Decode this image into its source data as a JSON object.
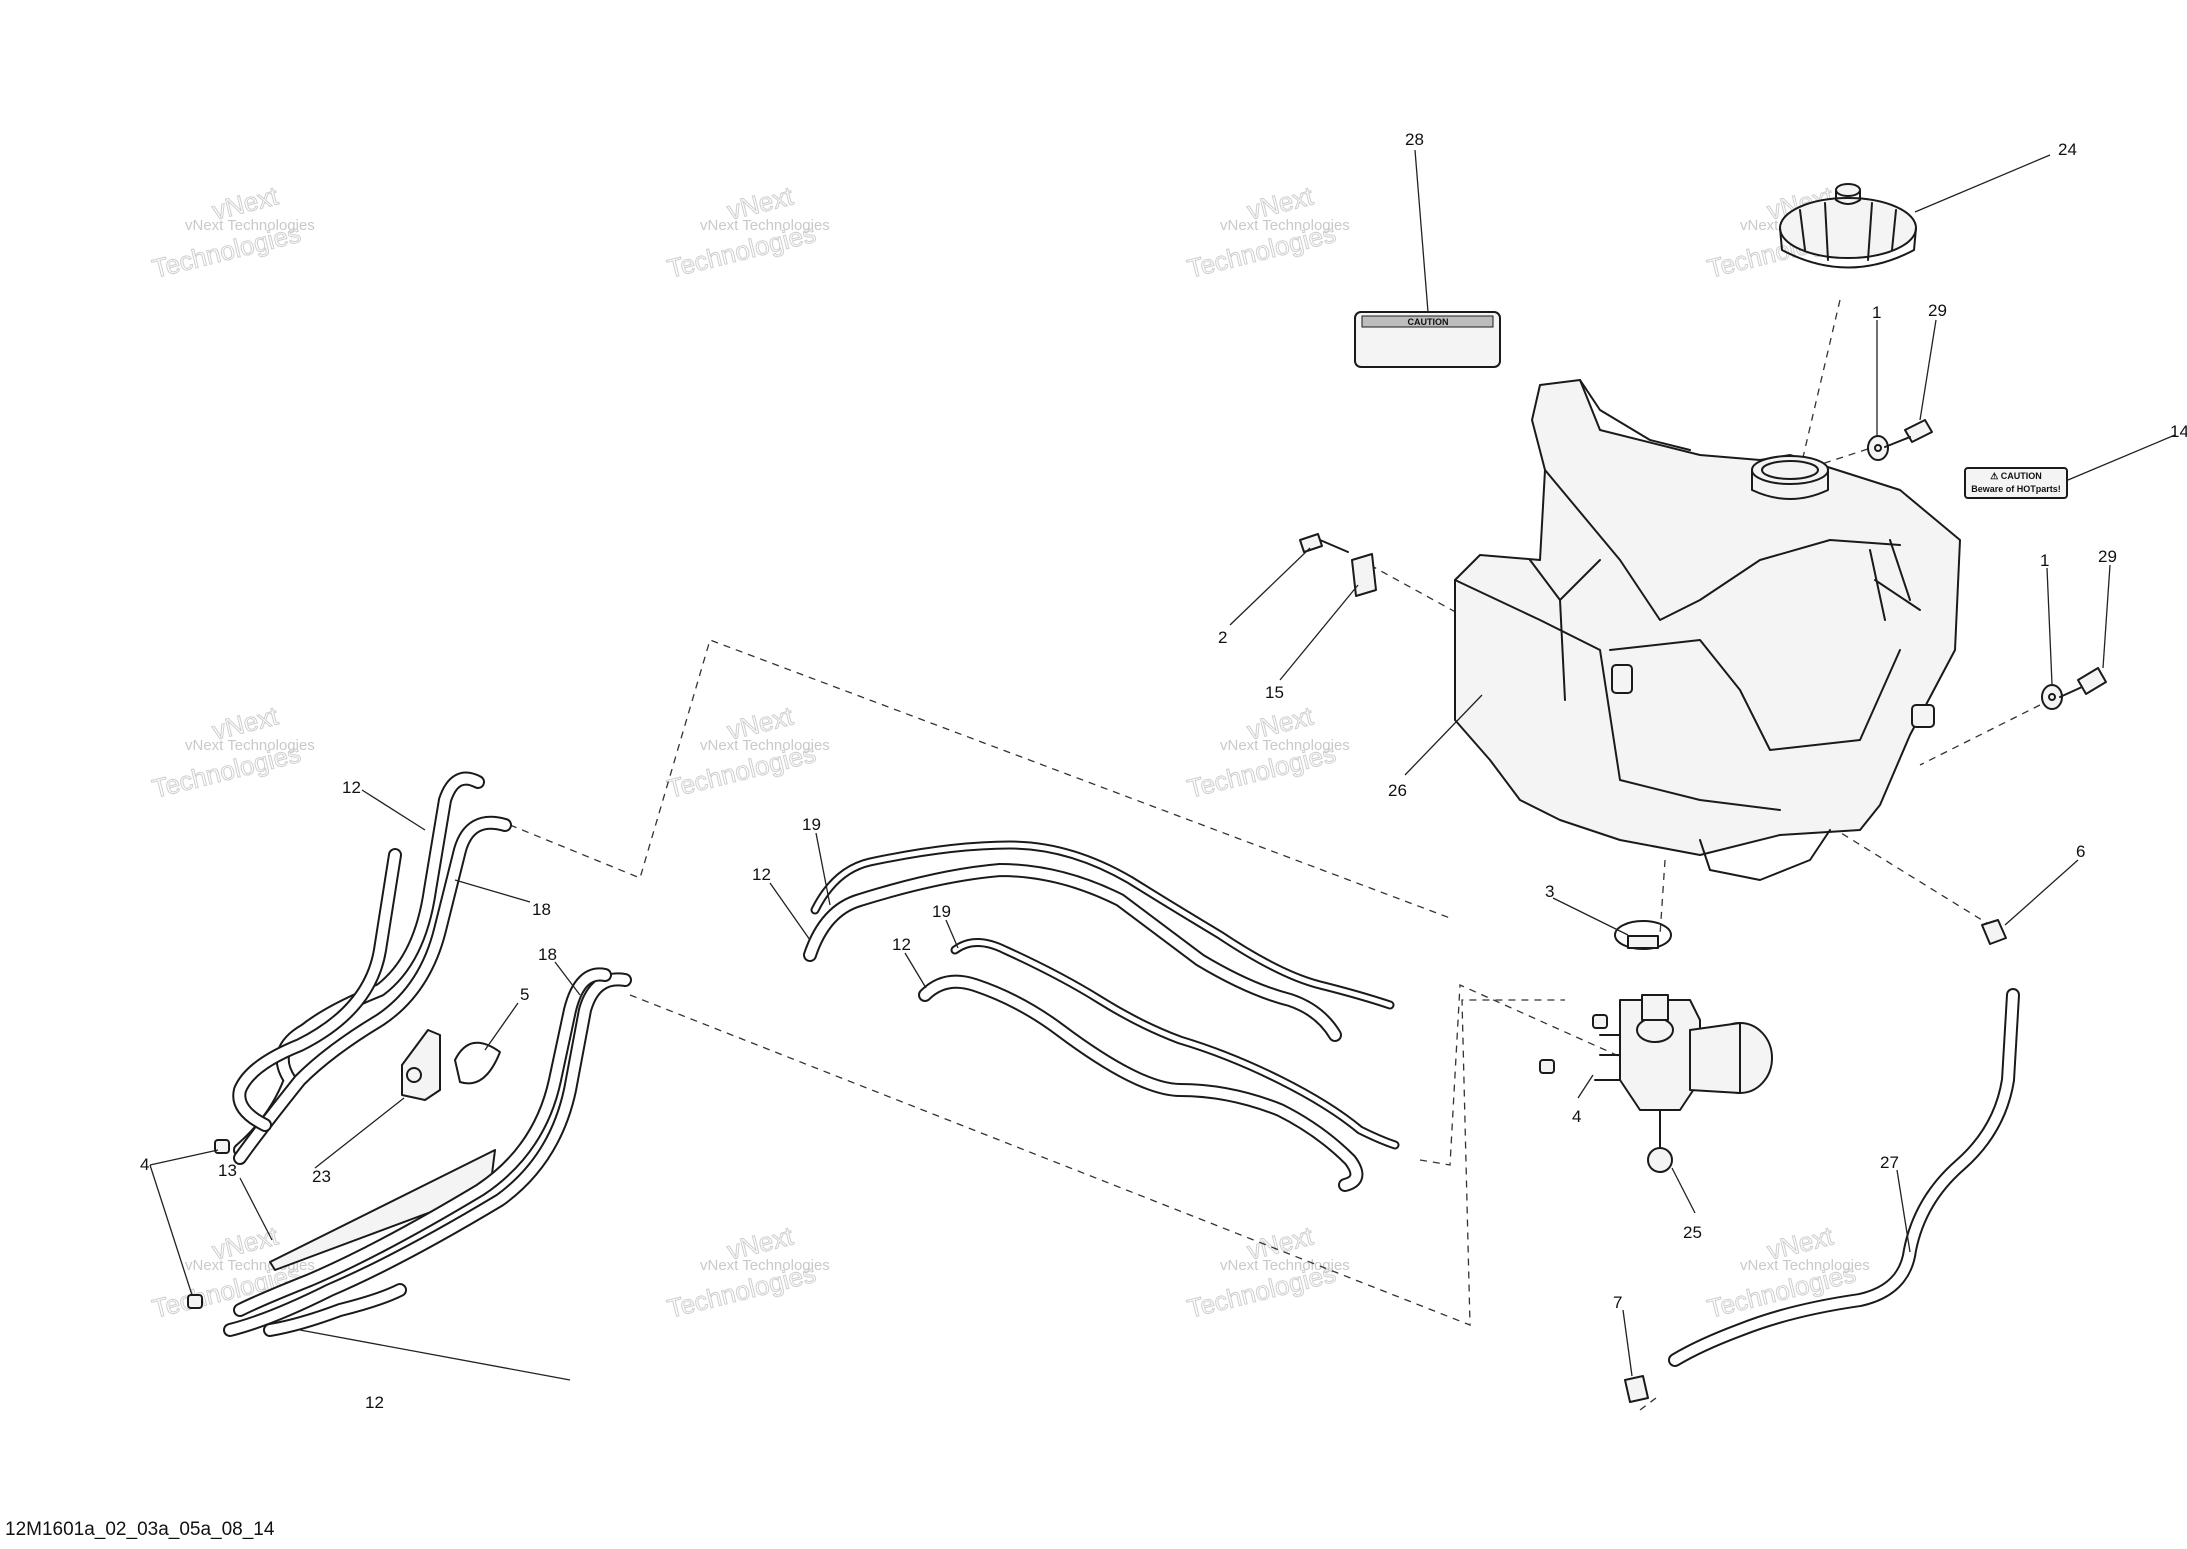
{
  "diagram": {
    "footer_code": "12M1601a_02_03a_05a_08_14",
    "watermark_line1": "vNext Technologies",
    "watermark_line2": "vNext",
    "watermark_line3": "Technologies",
    "decal_28_text": "CAUTION",
    "decal_14_line1": "⚠ CAUTION",
    "decal_14_line2": "Beware of HOTparts!",
    "callouts": {
      "c1a": "1",
      "c1b": "1",
      "c2": "2",
      "c3": "3",
      "c4a": "4",
      "c4b": "4",
      "c5": "5",
      "c6": "6",
      "c7": "7",
      "c12a": "12",
      "c12b": "12",
      "c12c": "12",
      "c12d": "12",
      "c13": "13",
      "c14": "14",
      "c15": "15",
      "c18a": "18",
      "c18b": "18",
      "c19a": "19",
      "c19b": "19",
      "c23": "23",
      "c24": "24",
      "c25": "25",
      "c26": "26",
      "c27": "27",
      "c28": "28",
      "c29a": "29",
      "c29b": "29"
    }
  }
}
